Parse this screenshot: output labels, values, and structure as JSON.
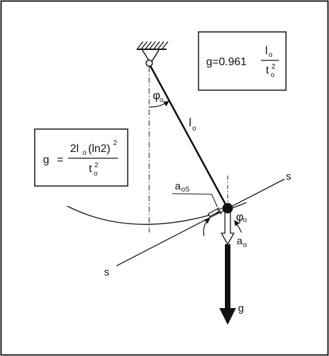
{
  "formula_right": {
    "lhs": "g=0.961",
    "num": "l",
    "num_sub": "o",
    "den": "t",
    "den_sub": "o",
    "den_sup": "2"
  },
  "formula_left": {
    "lhs": "g",
    "eq": "=",
    "num_a": "2l",
    "num_a_sub": "o",
    "num_b": "(ln2)",
    "num_sup": "2",
    "den": "t",
    "den_sub": "o",
    "den_sup": "2"
  },
  "labels": {
    "phi": "φ",
    "phi_sub": "o",
    "length": "l",
    "length_sub": "o",
    "a_tangent": "a",
    "a_tangent_sub": "oS",
    "s_right": "s",
    "s_left": "s",
    "phi_bob": "φ",
    "phi_bob_sub": "o",
    "a_vertical": "a",
    "a_vertical_sub": "o",
    "gravity": "g"
  }
}
